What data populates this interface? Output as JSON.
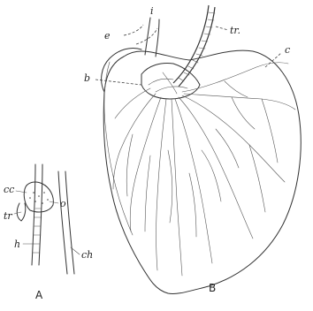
{
  "figure": {
    "panel_a": {
      "panel_label": "A",
      "labels": {
        "cc": "cc",
        "o": "o",
        "tr": "tr",
        "h": "h",
        "ch": "ch"
      }
    },
    "panel_b": {
      "panel_label": "B",
      "labels": {
        "i": "i",
        "e": "e",
        "tr": "tr.",
        "b": "b",
        "c": "c"
      }
    }
  }
}
